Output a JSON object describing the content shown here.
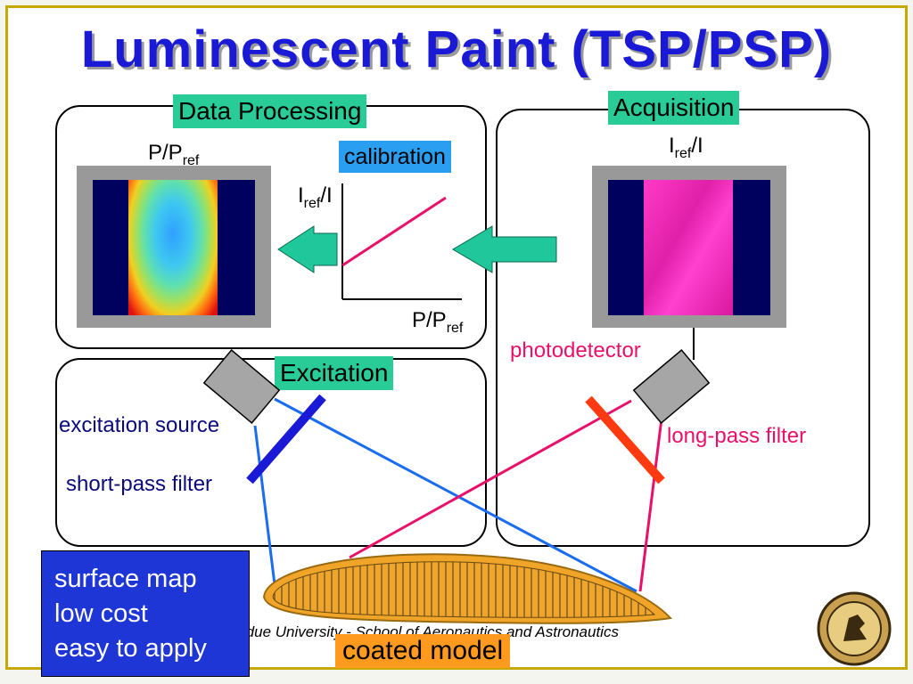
{
  "title": "Luminescent  Paint (TSP/PSP)",
  "panels": {
    "data_processing": "Data Processing",
    "acquisition": "Acquisition",
    "excitation": "Excitation"
  },
  "labels": {
    "p_pref_main": "P/P",
    "p_pref_sub": "ref",
    "calibration": "calibration",
    "iref_i_axis_main": "I",
    "iref_i_axis_sub": "ref",
    "iref_i_axis_tail": "/I",
    "p_pref_axis_main": "P/P",
    "p_pref_axis_sub": "ref",
    "iref_i_acq_main": "I",
    "iref_i_acq_sub": "ref",
    "iref_i_acq_tail": "/I",
    "photodetector": "photodetector",
    "long_pass_filter": "long-pass filter",
    "excitation_source": "excitation source",
    "short_pass_filter": "short-pass filter",
    "coated_model": "coated model"
  },
  "features": [
    "surface map",
    "low cost",
    "easy to apply"
  ],
  "footer": "rdue University - School of Aeronautics and Astronautics",
  "colors": {
    "title": "#1a1ad6",
    "tag_green": "#29cc96",
    "tag_blue": "#2a9ef0",
    "tag_orange": "#ff9a1f",
    "navy_text": "#0a0a7a",
    "pink_text": "#e8106a",
    "excitation_ray": "#1a6cf0",
    "emission_ray": "#e8106a",
    "arrow": "#1fc79a",
    "model_fill": "#f0a428"
  }
}
